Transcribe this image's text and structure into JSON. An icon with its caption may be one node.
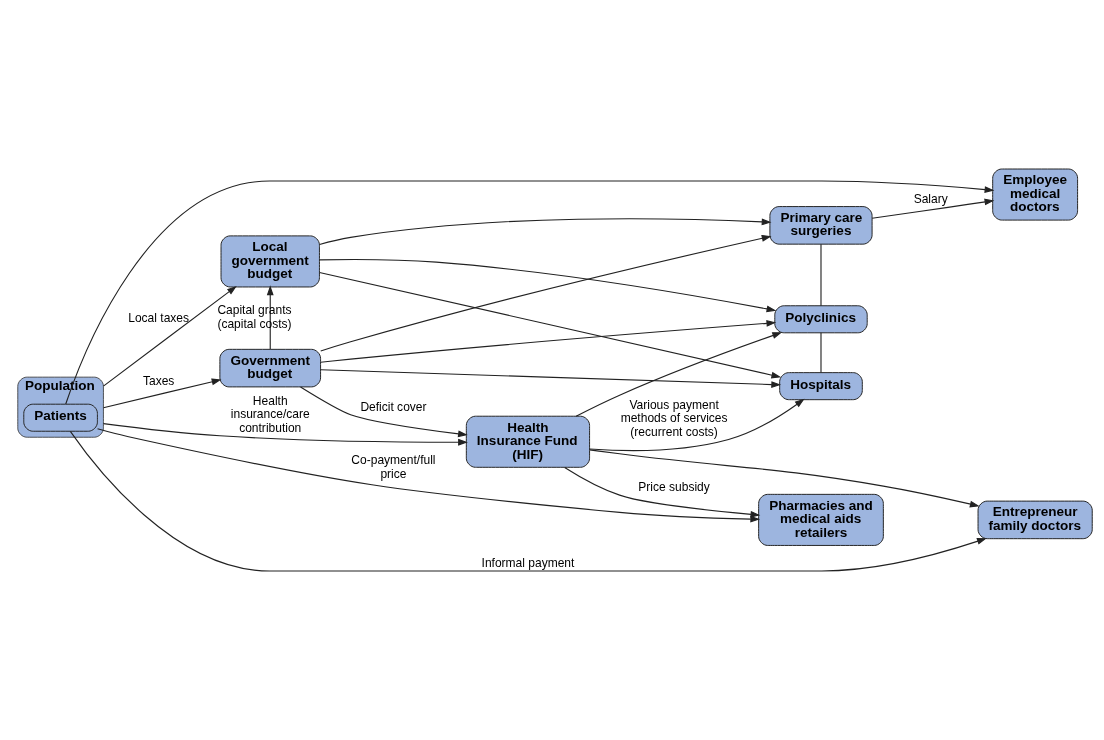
{
  "diagram": {
    "nodes": [
      {
        "text": [
          "Government budget"
        ]
      },
      {
        "text": [
          "Hospitals"
        ]
      },
      {
        "text": [
          "Health Insurance Fund (HIF)"
        ]
      },
      {
        "text": [
          "Polyclinics"
        ]
      },
      {
        "text": [
          "Local government budget"
        ]
      },
      {
        "text": [
          "Primary care surgeries"
        ]
      },
      {
        "text": [
          "Entrepreneur family doctors"
        ]
      },
      {
        "text": [
          "Employee medical doctors"
        ]
      },
      {
        "text": [
          "Population"
        ]
      },
      {
        "text": [
          "Patients"
        ],
        "in": 8
      },
      {
        "text": [
          "Pharmacies and medical aids retailers"
        ]
      }
    ],
    "edges": [
      {
        "from": 8,
        "to": 2,
        "arrow": "to",
        "label": "Health insurance/care contribution"
      },
      {
        "from": 8,
        "to": 0,
        "arrow": "to",
        "label": "Taxes"
      },
      {
        "from": 8,
        "to": 4,
        "arrow": "to",
        "label": "Local taxes"
      },
      {
        "from": 0,
        "to": 2,
        "arrow": "to",
        "label": "Deficit cover"
      },
      {
        "from": 0,
        "to": 4,
        "arrow": "to",
        "label": "Capital grants (capital costs)"
      },
      {
        "from": 0,
        "to": 1,
        "arrow": "to"
      },
      {
        "from": 0,
        "to": 3,
        "arrow": "to"
      },
      {
        "from": 0,
        "to": 5,
        "arrow": "to"
      },
      {
        "from": 4,
        "to": 1,
        "arrow": "to"
      },
      {
        "from": 4,
        "to": 3,
        "arrow": "to"
      },
      {
        "from": 4,
        "to": 5,
        "arrow": "to"
      },
      {
        "from": 2,
        "to": 1,
        "arrow": "to",
        "label": "Various payment methods of services (recurrent costs)"
      },
      {
        "from": 2,
        "to": 3,
        "arrow": "to"
      },
      {
        "from": 2,
        "to": 6,
        "arrow": "to"
      },
      {
        "from": 1,
        "to": 3,
        "arrow": "none"
      },
      {
        "from": 3,
        "to": 5,
        "arrow": "none"
      },
      {
        "from": 5,
        "to": 7,
        "arrow": "to",
        "label": "Salary"
      },
      {
        "from": 9,
        "to": 6,
        "arrow": "to",
        "label": "Informal payment"
      },
      {
        "from": 9,
        "to": 7,
        "arrow": "to"
      },
      {
        "from": 9,
        "to": 10,
        "arrow": "to",
        "label": "Co-payment/full price"
      },
      {
        "from": 2,
        "to": 10,
        "arrow": "to",
        "label": "Price subsidy"
      }
    ]
  }
}
